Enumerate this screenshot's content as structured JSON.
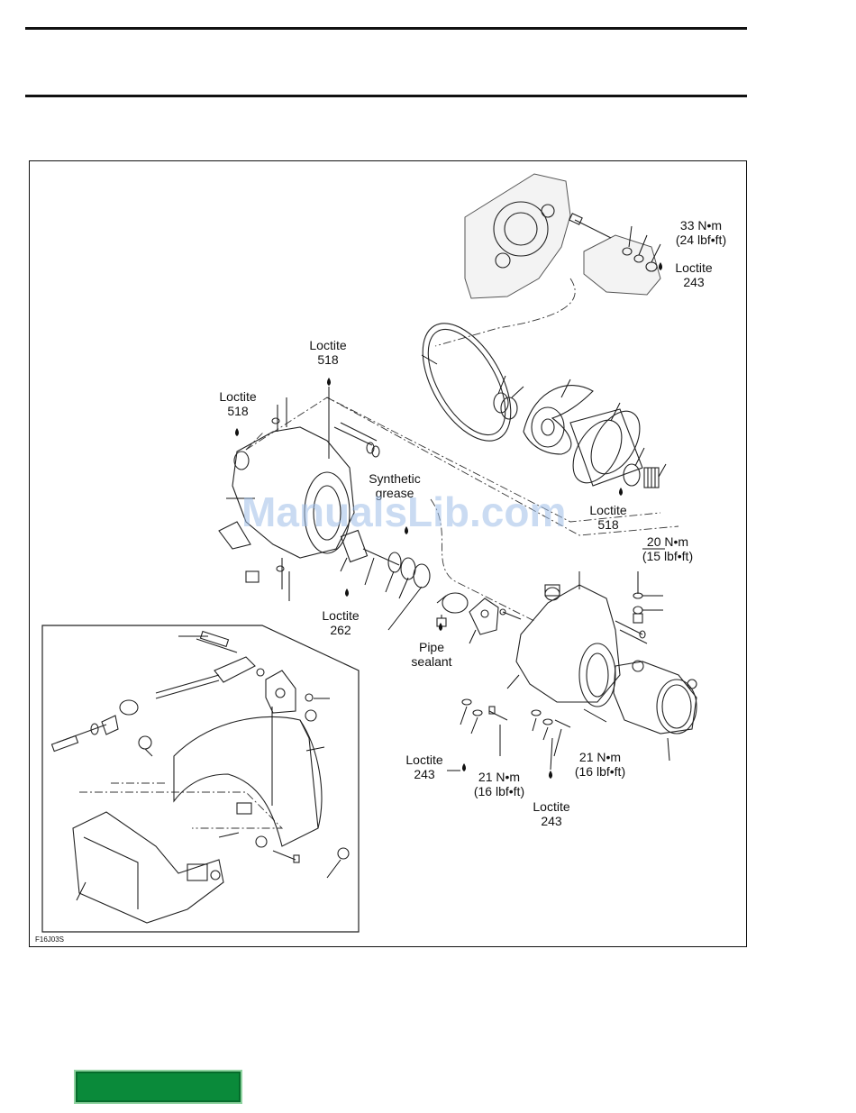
{
  "figure": {
    "id": "F16J03S",
    "watermark": "ManualsLib.com",
    "labels": {
      "torque_33": [
        "33 N•m",
        "(24 lbf•ft)"
      ],
      "loctite_243_top": [
        "Loctite",
        "243"
      ],
      "loctite_518_a": [
        "Loctite",
        "518"
      ],
      "loctite_518_b": [
        "Loctite",
        "518"
      ],
      "synthetic_grease": [
        "Synthetic",
        "grease"
      ],
      "loctite_518_c": [
        "Loctite",
        "518"
      ],
      "torque_20": [
        "20 N•m",
        "(15 lbf•ft)"
      ],
      "loctite_262": [
        "Loctite",
        "262"
      ],
      "pipe_sealant": [
        "Pipe",
        "sealant"
      ],
      "loctite_243_left": [
        "Loctite",
        "243"
      ],
      "torque_21_left": [
        "21 N•m",
        "(16 lbf•ft)"
      ],
      "torque_21_right": [
        "21 N•m",
        "(16 lbf•ft)"
      ],
      "loctite_243_bottom": [
        "Loctite",
        "243"
      ]
    }
  }
}
